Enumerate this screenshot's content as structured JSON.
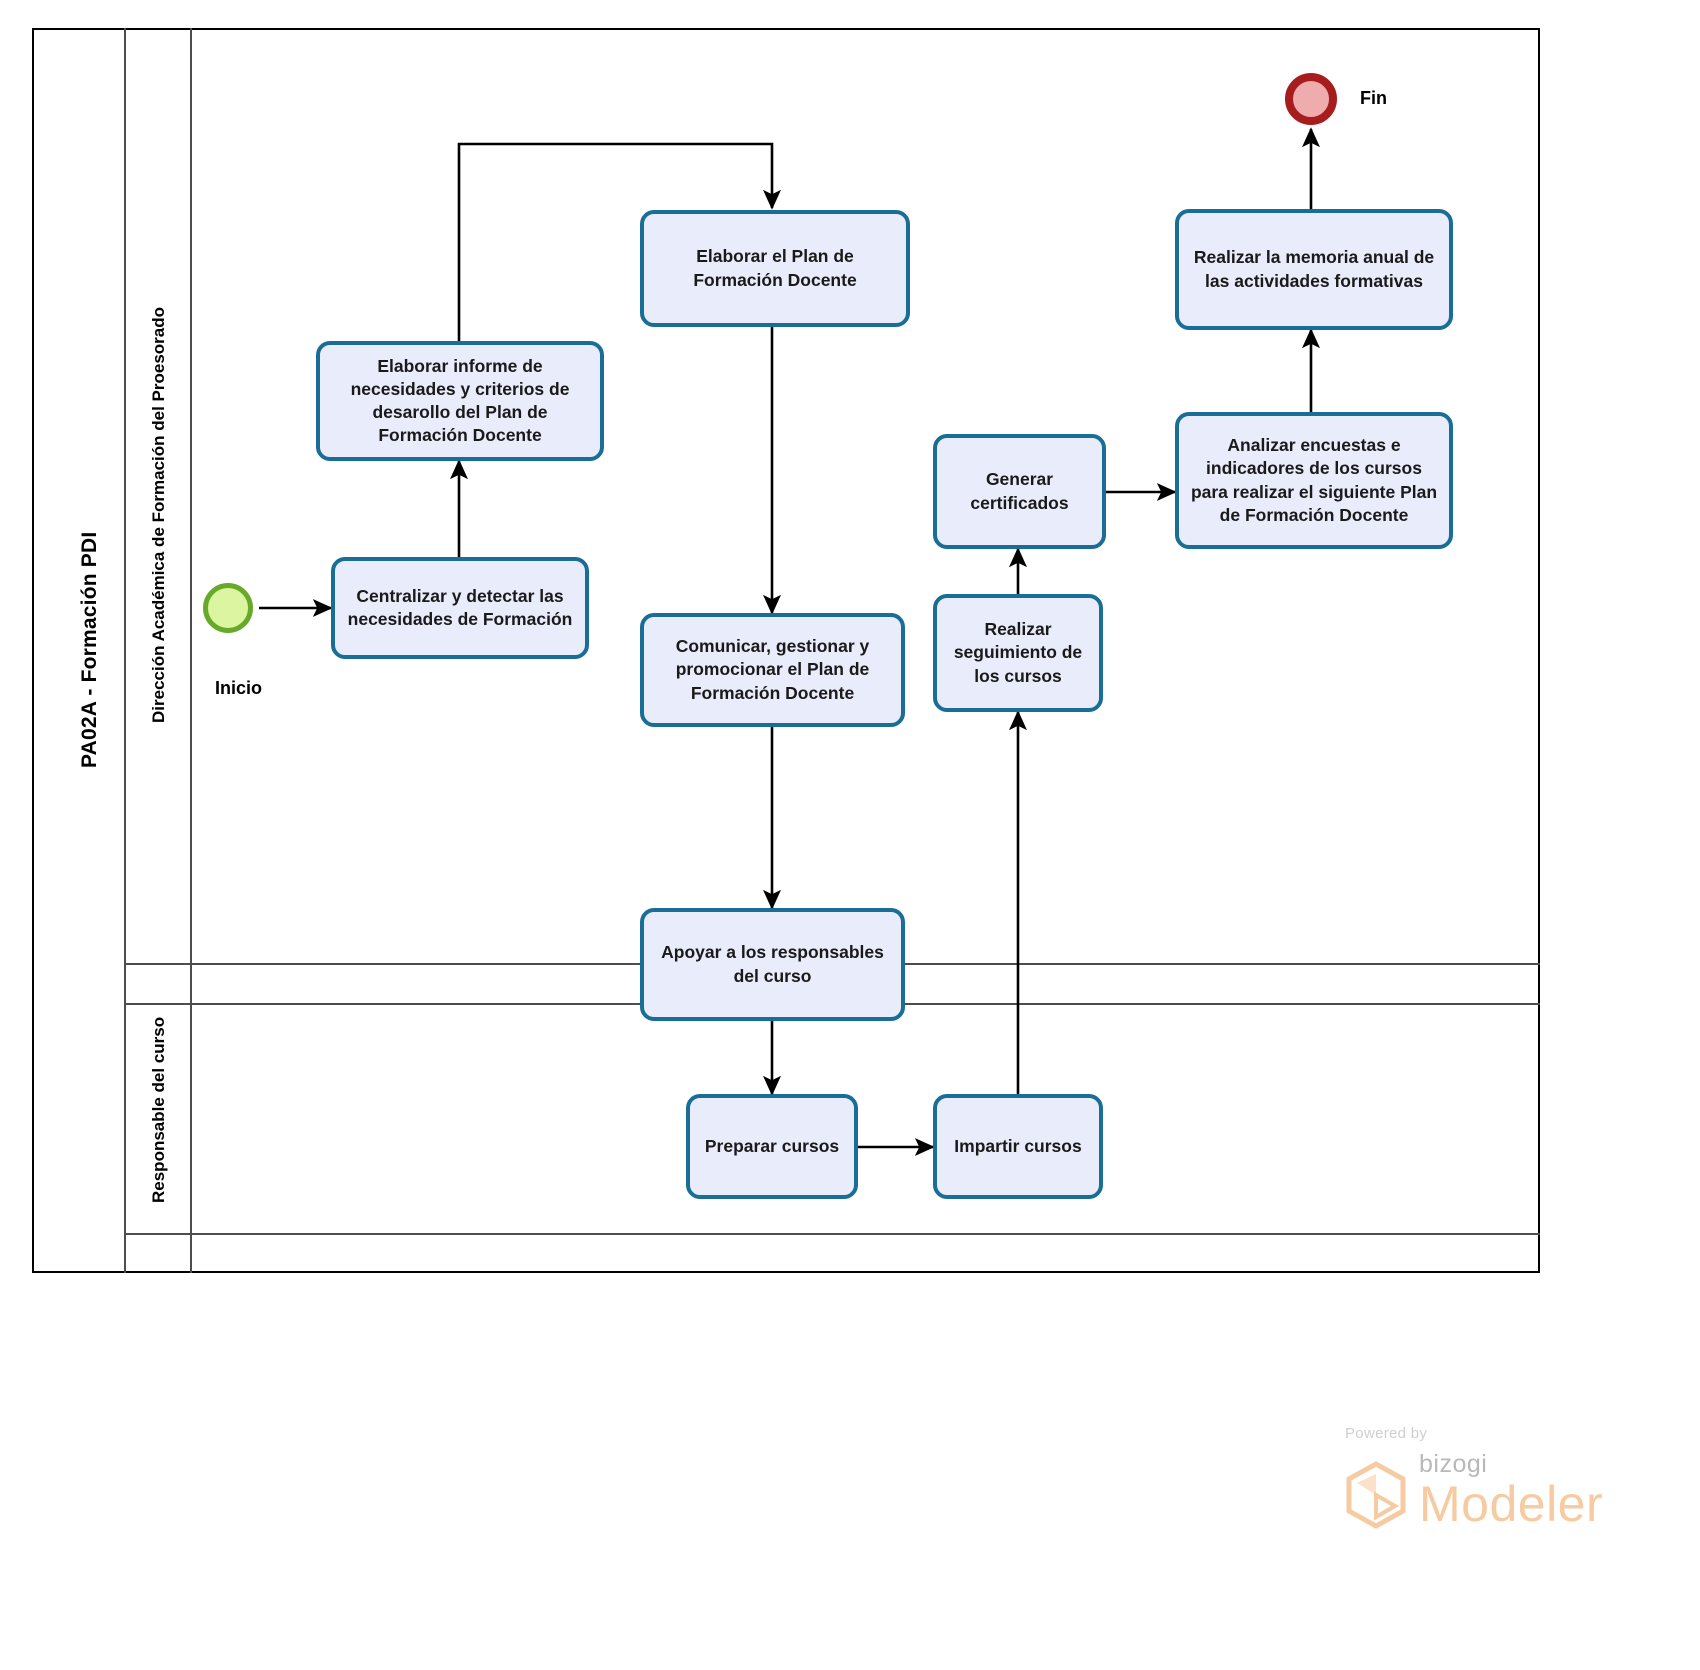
{
  "pool": {
    "title": "PA02A - Formación PDI",
    "lanes": [
      {
        "id": "lane-direccion",
        "label": "Dirección Académica de Formación del Proesorado"
      },
      {
        "id": "lane-responsable",
        "label": "Responsable del curso"
      }
    ]
  },
  "events": [
    {
      "id": "start-event",
      "type": "start",
      "label": "Inicio"
    },
    {
      "id": "end-event",
      "type": "end",
      "label": "Fin"
    }
  ],
  "tasks": [
    {
      "id": "task-centralizar",
      "label": "Centralizar y detectar las necesidades de Formación",
      "lane": "lane-direccion"
    },
    {
      "id": "task-elaborar-informe",
      "label": "Elaborar informe de necesidades y criterios de desarollo del Plan de Formación Docente",
      "lane": "lane-direccion"
    },
    {
      "id": "task-elaborar-plan",
      "label": "Elaborar el Plan de Formación Docente",
      "lane": "lane-direccion"
    },
    {
      "id": "task-comunicar",
      "label": "Comunicar, gestionar y promocionar el Plan de Formación Docente",
      "lane": "lane-direccion"
    },
    {
      "id": "task-apoyar",
      "label": "Apoyar a los responsables del curso",
      "lane": "lane-direccion"
    },
    {
      "id": "task-preparar",
      "label": "Preparar cursos",
      "lane": "lane-responsable"
    },
    {
      "id": "task-impartir",
      "label": "Impartir cursos",
      "lane": "lane-responsable"
    },
    {
      "id": "task-seguimiento",
      "label": "Realizar seguimiento de los cursos",
      "lane": "lane-direccion"
    },
    {
      "id": "task-certificados",
      "label": "Generar certificados",
      "lane": "lane-direccion"
    },
    {
      "id": "task-analizar",
      "label": "Analizar encuestas e indicadores de los cursos para realizar el siguiente Plan de Formación Docente",
      "lane": "lane-direccion"
    },
    {
      "id": "task-memoria",
      "label": "Realizar la memoria anual de las actividades formativas",
      "lane": "lane-direccion"
    }
  ],
  "flows": [
    {
      "from": "start-event",
      "to": "task-centralizar"
    },
    {
      "from": "task-centralizar",
      "to": "task-elaborar-informe"
    },
    {
      "from": "task-elaborar-informe",
      "to": "task-elaborar-plan"
    },
    {
      "from": "task-elaborar-plan",
      "to": "task-comunicar"
    },
    {
      "from": "task-comunicar",
      "to": "task-apoyar"
    },
    {
      "from": "task-apoyar",
      "to": "task-preparar"
    },
    {
      "from": "task-preparar",
      "to": "task-impartir"
    },
    {
      "from": "task-impartir",
      "to": "task-seguimiento"
    },
    {
      "from": "task-seguimiento",
      "to": "task-certificados"
    },
    {
      "from": "task-certificados",
      "to": "task-analizar"
    },
    {
      "from": "task-analizar",
      "to": "task-memoria"
    },
    {
      "from": "task-memoria",
      "to": "end-event"
    }
  ],
  "watermark": {
    "powered": "Powered by",
    "brand": "bizogi",
    "product": "Modeler"
  },
  "colors": {
    "task_fill": "#e9ecfb",
    "task_border": "#1a6e96",
    "start_fill": "#dcf5a0",
    "start_border": "#67a928",
    "end_fill": "#eeacac",
    "end_border": "#a71c1c",
    "lane_line": "#4d4d4d",
    "watermark": "#f6cba2"
  }
}
